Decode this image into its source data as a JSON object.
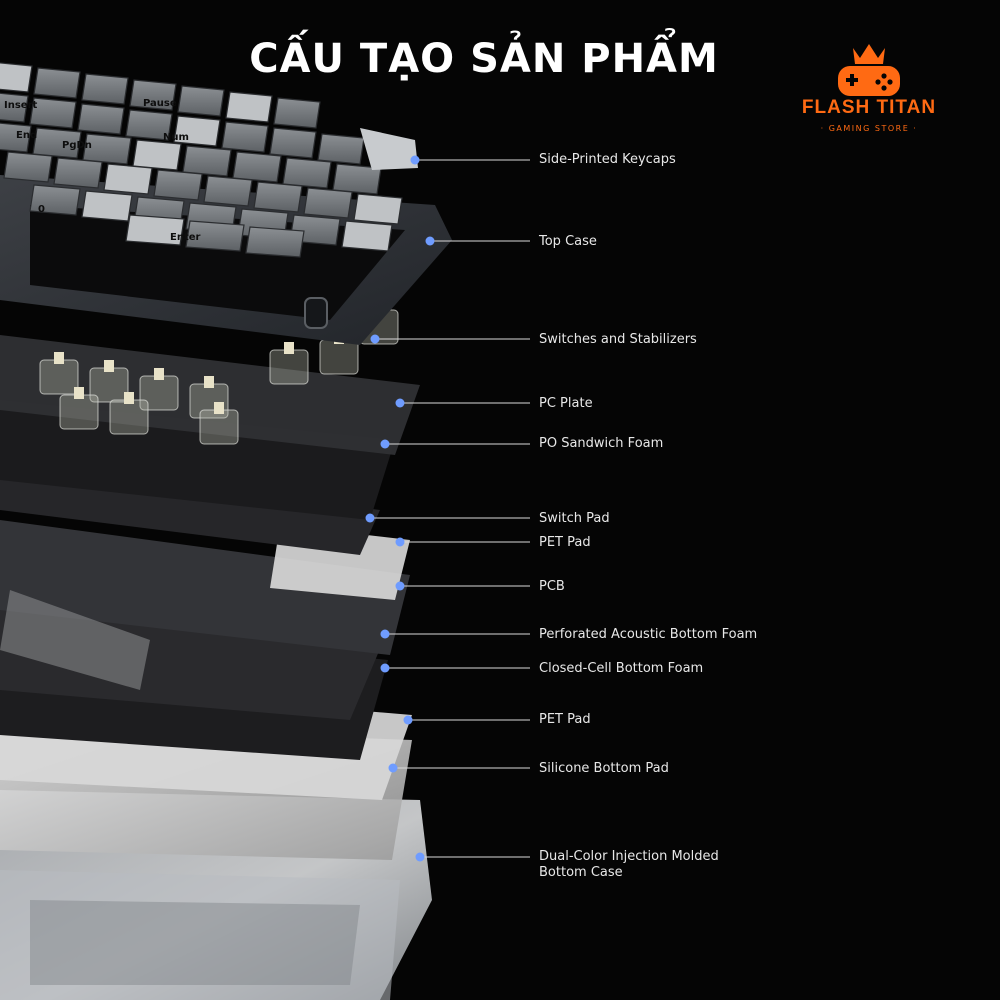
{
  "header": {
    "title": "CẤU TẠO SẢN PHẨM"
  },
  "brand": {
    "name": "FLASH TITAN",
    "tagline": "GAMING STORE",
    "color": "#ff6a13"
  },
  "diagram": {
    "accent_color": "#6f9cff",
    "layers": [
      {
        "label": "Side-Printed Keycaps"
      },
      {
        "label": "Top Case"
      },
      {
        "label": "Switches and Stabilizers"
      },
      {
        "label": "PC Plate"
      },
      {
        "label": "PO Sandwich Foam"
      },
      {
        "label": "Switch Pad"
      },
      {
        "label": "PET Pad"
      },
      {
        "label": "PCB"
      },
      {
        "label": "Perforated Acoustic Bottom Foam"
      },
      {
        "label": "Closed-Cell Bottom Foam"
      },
      {
        "label": "PET Pad"
      },
      {
        "label": "Silicone Bottom Pad"
      },
      {
        "label": "Dual-Color Injection Molded",
        "label_line2": "Bottom Case"
      }
    ],
    "keycap_legends": [
      "End",
      "PgDn",
      "Num",
      "Enter",
      "0",
      "Insert",
      "Pause"
    ]
  }
}
